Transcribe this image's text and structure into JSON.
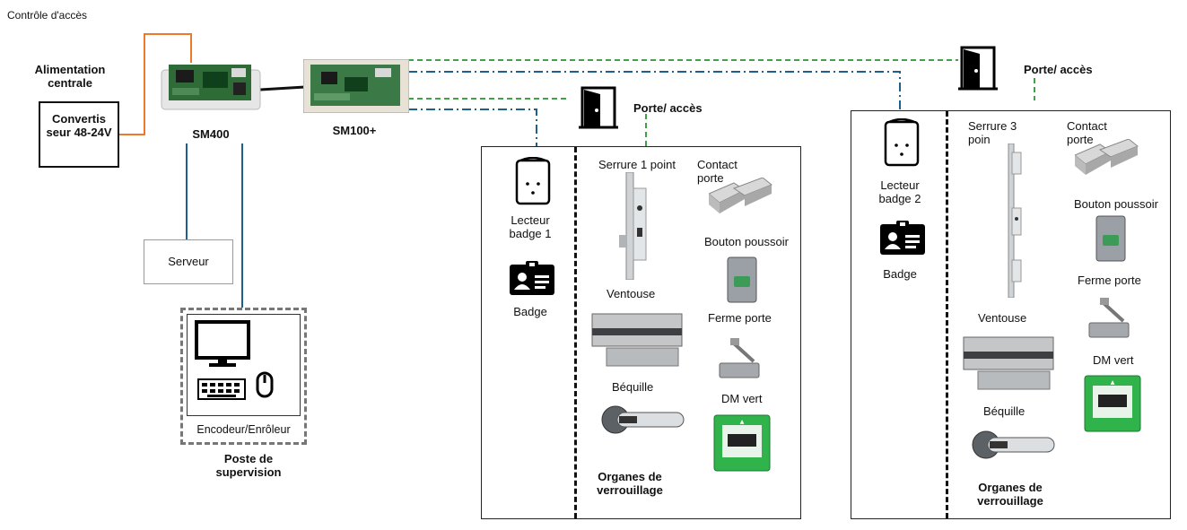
{
  "title": "Contrôle d'accès",
  "power": {
    "label": "Alimentation centrale",
    "converter": "Convertis seur 48-24V"
  },
  "controllers": {
    "main": "SM400",
    "door_module": "SM100+"
  },
  "server": {
    "label": "Serveur"
  },
  "workstation": {
    "encoder": "Encodeur/Enrôleur",
    "label": "Poste de supervision"
  },
  "door1": {
    "heading": "Porte/ accès",
    "reader": "Lecteur badge 1",
    "badge": "Badge",
    "lock": "Serrure 1 point",
    "contact": "Contact porte",
    "push_button": "Bouton poussoir",
    "magnet": "Ventouse",
    "closer": "Ferme porte",
    "handle": "Béquille",
    "emergency": "DM vert",
    "locking_title": "Organes de verrouillage"
  },
  "door2": {
    "heading": "Porte/ accès",
    "reader": "Lecteur badge 2",
    "badge": "Badge",
    "lock": "Serrure 3 poin",
    "contact": "Contact porte",
    "push_button": "Bouton poussoir",
    "magnet": "Ventouse",
    "closer": "Ferme porte",
    "handle": "Béquille",
    "emergency": "DM vert",
    "locking_title": "Organes de verrouillage"
  },
  "colors": {
    "power_line": "#ec7a2a",
    "data_line": "#1f5f8b",
    "door_line": "#3fa14a",
    "emergency_green": "#2fb34a"
  }
}
